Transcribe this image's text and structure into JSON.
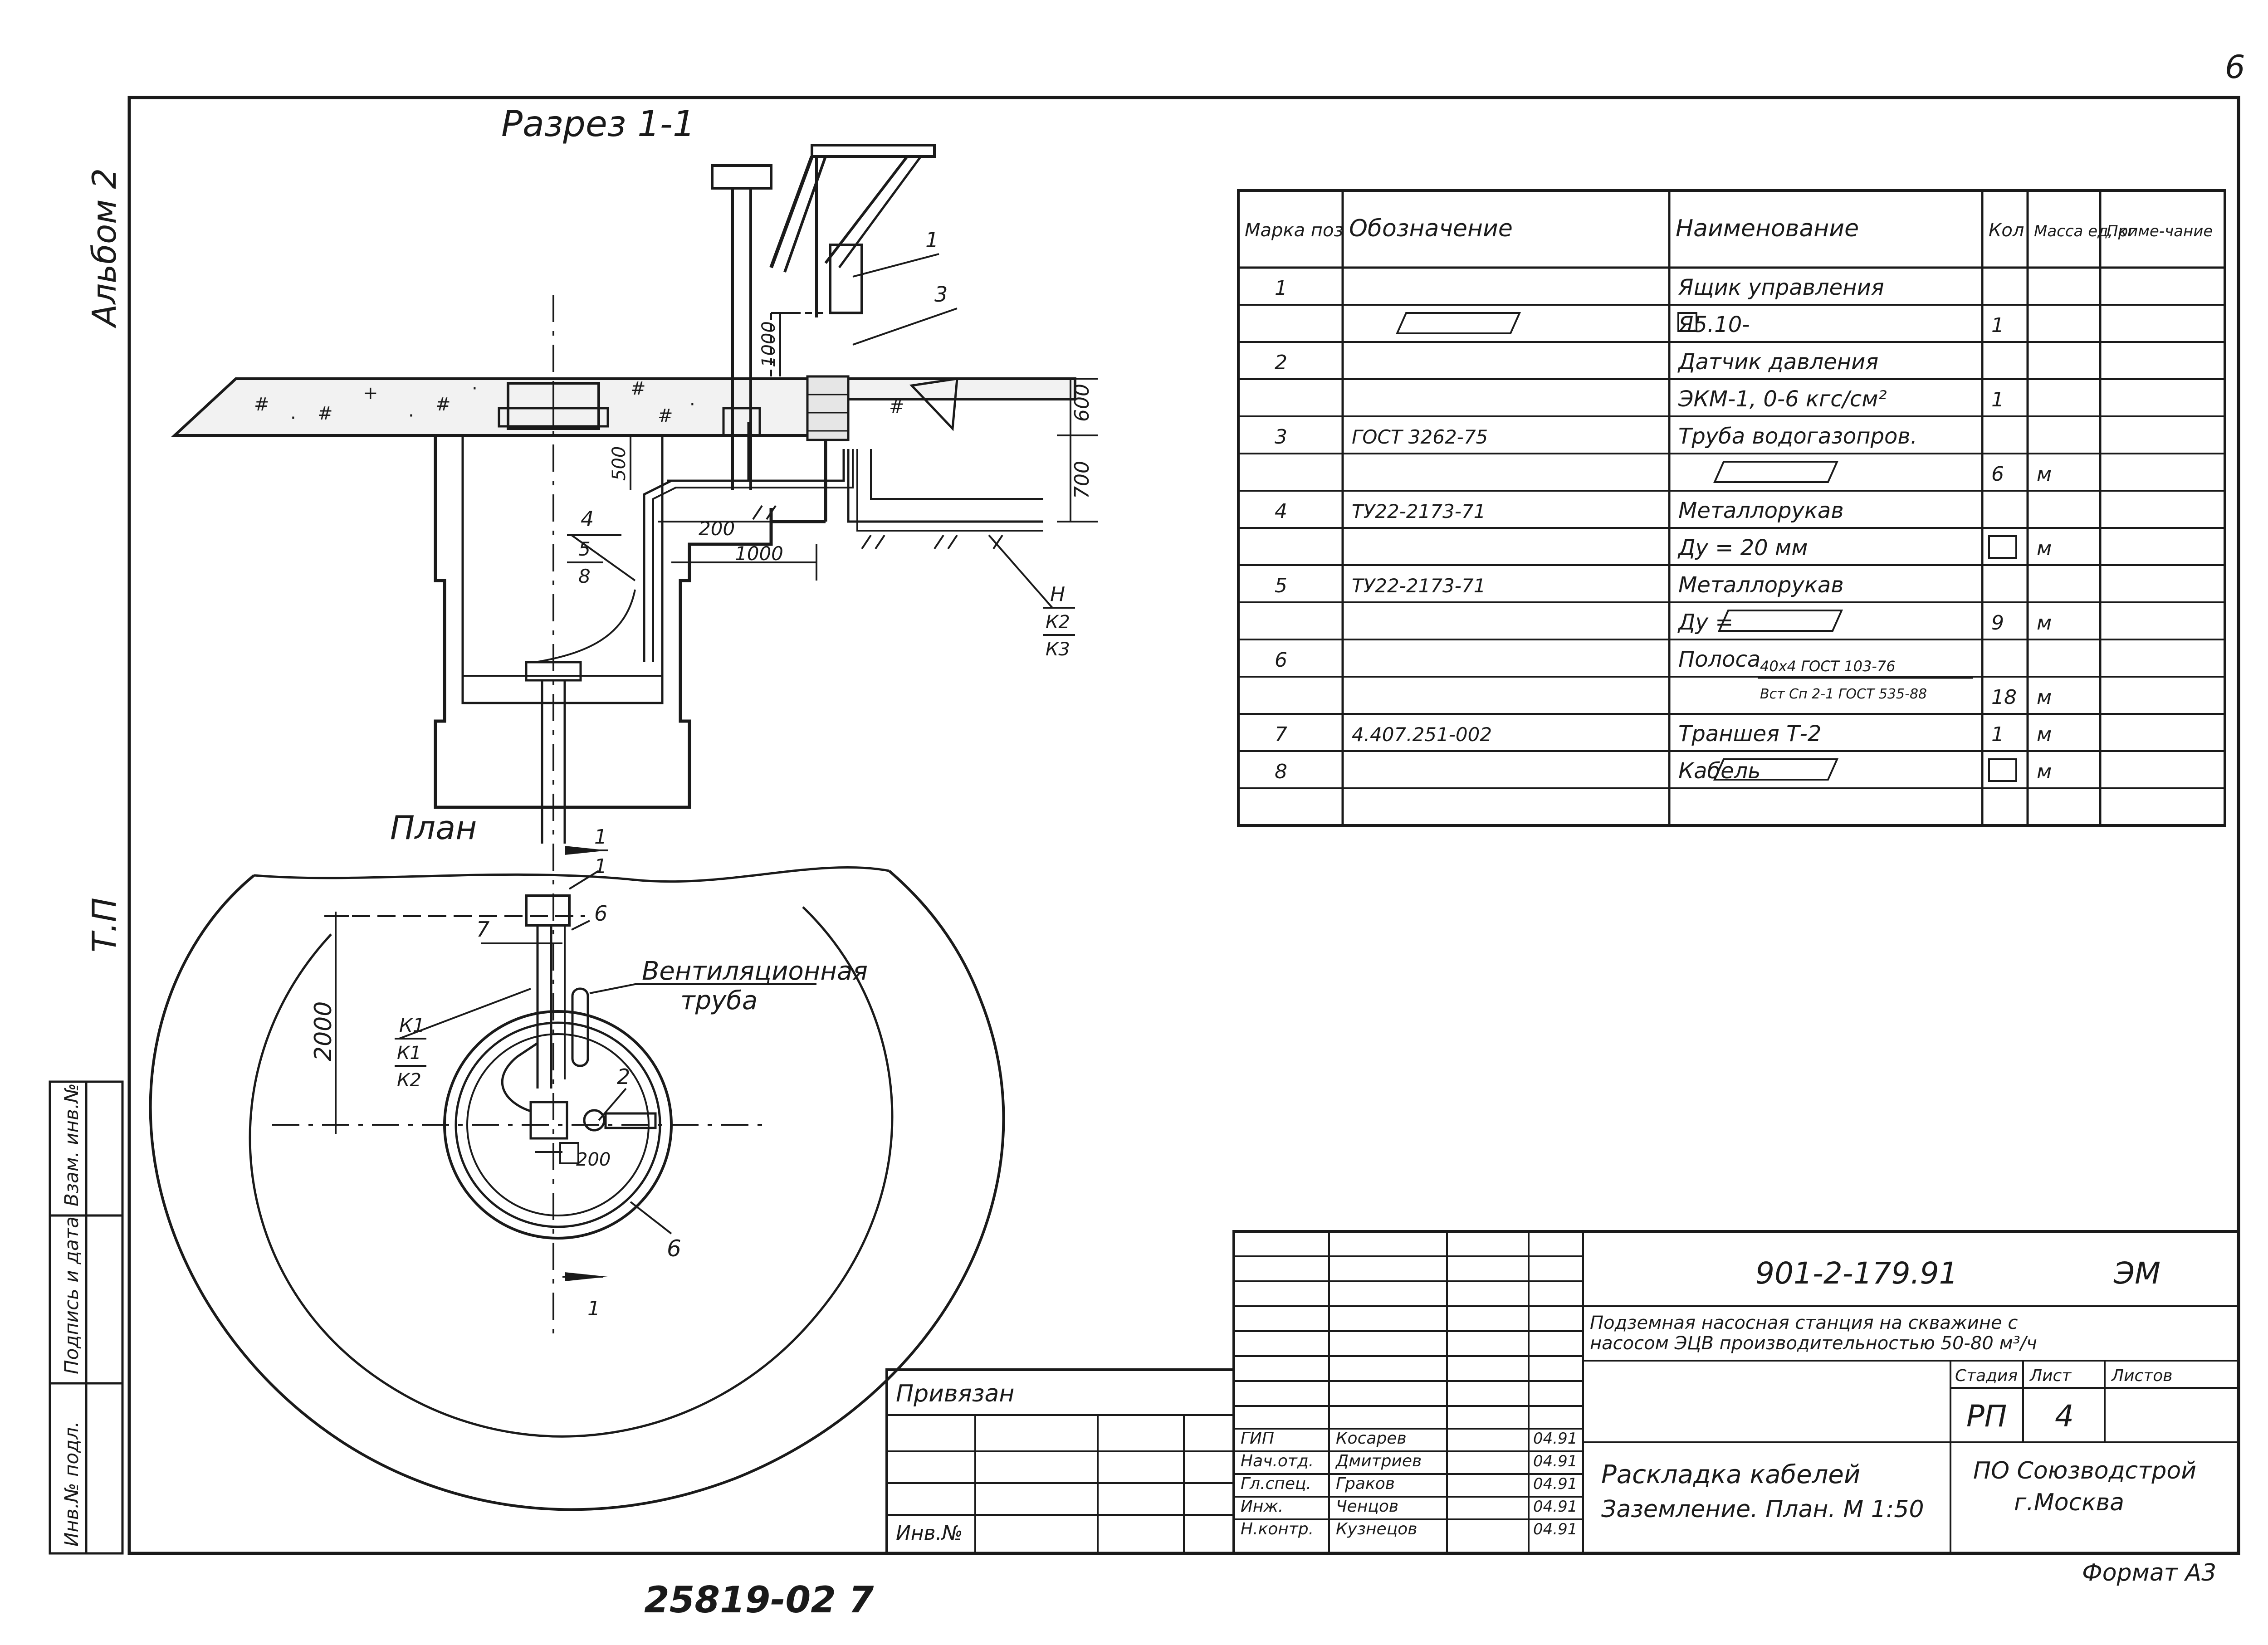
{
  "sheet": {
    "page_number": "6",
    "album_label": "Альбом 2",
    "tp_label": "Т.П",
    "copied_label": "Формат А3",
    "archive_number": "25819-02 7"
  },
  "drawing": {
    "section_title": "Разрез 1-1",
    "plan_title": "План",
    "vent_label_1": "Вентиляционная",
    "vent_label_2": "труба",
    "dims": {
      "d1000_vert": "1000",
      "d600": "600",
      "d700": "700",
      "d500": "500",
      "d200_top": "200",
      "d1000_horiz": "1000",
      "d2000": "2000",
      "d200_plan": "200"
    },
    "callouts": {
      "c1_top": "1",
      "c3": "3",
      "c4": "4",
      "c4_sub1": "5",
      "c4_sub2": "8",
      "h_top": "Н",
      "h_sub1": "К2",
      "h_sub2": "К3",
      "cut_1_top_a": "1",
      "cut_1_top_b": "1",
      "c7": "7",
      "c6": "6",
      "k1_top": "К1",
      "k1_sub1": "К1",
      "k1_sub2": "К2",
      "c2": "2",
      "c6_plan": "6",
      "cut_1_bottom": "1"
    }
  },
  "spec": {
    "headers": [
      "Марка поз",
      "Обозначение",
      "Наименование",
      "Кол",
      "Масса ед, кг",
      "Приме-чание"
    ],
    "rows": [
      [
        "1",
        "",
        "Ящик управления",
        "",
        "",
        ""
      ],
      [
        "",
        "",
        "Я5.10-",
        "1",
        "",
        ""
      ],
      [
        "2",
        "",
        "Датчик давления",
        "",
        "",
        ""
      ],
      [
        "",
        "",
        "ЭКМ-1, 0-6 кгс/см²",
        "1",
        "",
        ""
      ],
      [
        "3",
        "ГОСТ 3262-75",
        "Труба водогазопров.",
        "",
        "",
        ""
      ],
      [
        "",
        "",
        "",
        "6",
        "м",
        ""
      ],
      [
        "4",
        "ТУ22-2173-71",
        "Металлорукав",
        "",
        "",
        ""
      ],
      [
        "",
        "",
        "Ду = 20 мм",
        "",
        "м",
        ""
      ],
      [
        "5",
        "ТУ22-2173-71",
        "Металлорукав",
        "",
        "",
        ""
      ],
      [
        "",
        "",
        "Ду =",
        "9",
        "м",
        ""
      ],
      [
        "6",
        "",
        "Полоса",
        "",
        "",
        ""
      ],
      [
        "",
        "",
        "",
        "18",
        "м",
        ""
      ],
      [
        "7",
        "4.407.251-002",
        "Траншея Т-2",
        "1",
        "м",
        ""
      ],
      [
        "8",
        "",
        "Кабель",
        "",
        "м",
        ""
      ],
      [
        "",
        "",
        "",
        "",
        "",
        ""
      ]
    ],
    "strip_spec_top": "40х4 ГОСТ 103-76",
    "strip_spec_bottom": "Вст Сп 2-1 ГОСТ 535-88"
  },
  "stamp": {
    "doc_code": "901-2-179.91",
    "mark": "ЭМ",
    "project_line1": "Подземная насосная станция на скважине с",
    "project_line2": "насосом ЭЦВ производительностью 50-80 м³/ч",
    "stage_header": "Стадия",
    "sheet_header": "Лист",
    "sheets_header": "Листов",
    "stage": "РП",
    "sheet": "4",
    "title_line1": "Раскладка кабелей",
    "title_line2": "Заземление. План. М 1:50",
    "org_line1": "ПО Союзводстрой",
    "org_line2": "г.Москва",
    "privyazan": "Привязан",
    "inv_no": "Инв.№",
    "roles": [
      "ГИП",
      "Нач.отд.",
      "Гл.спец.",
      "Инж.",
      "Н.контр."
    ],
    "names": [
      "Косарев",
      "Дмитриев",
      "Граков",
      "Ченцов",
      "Кузнецов"
    ],
    "dates": [
      "04.91",
      "04.91",
      "04.91",
      "04.91",
      "04.91"
    ]
  },
  "left_strip": {
    "a": "Взам. инв.№",
    "b": "Подпись и дата",
    "c": "Инв.№ подл."
  }
}
